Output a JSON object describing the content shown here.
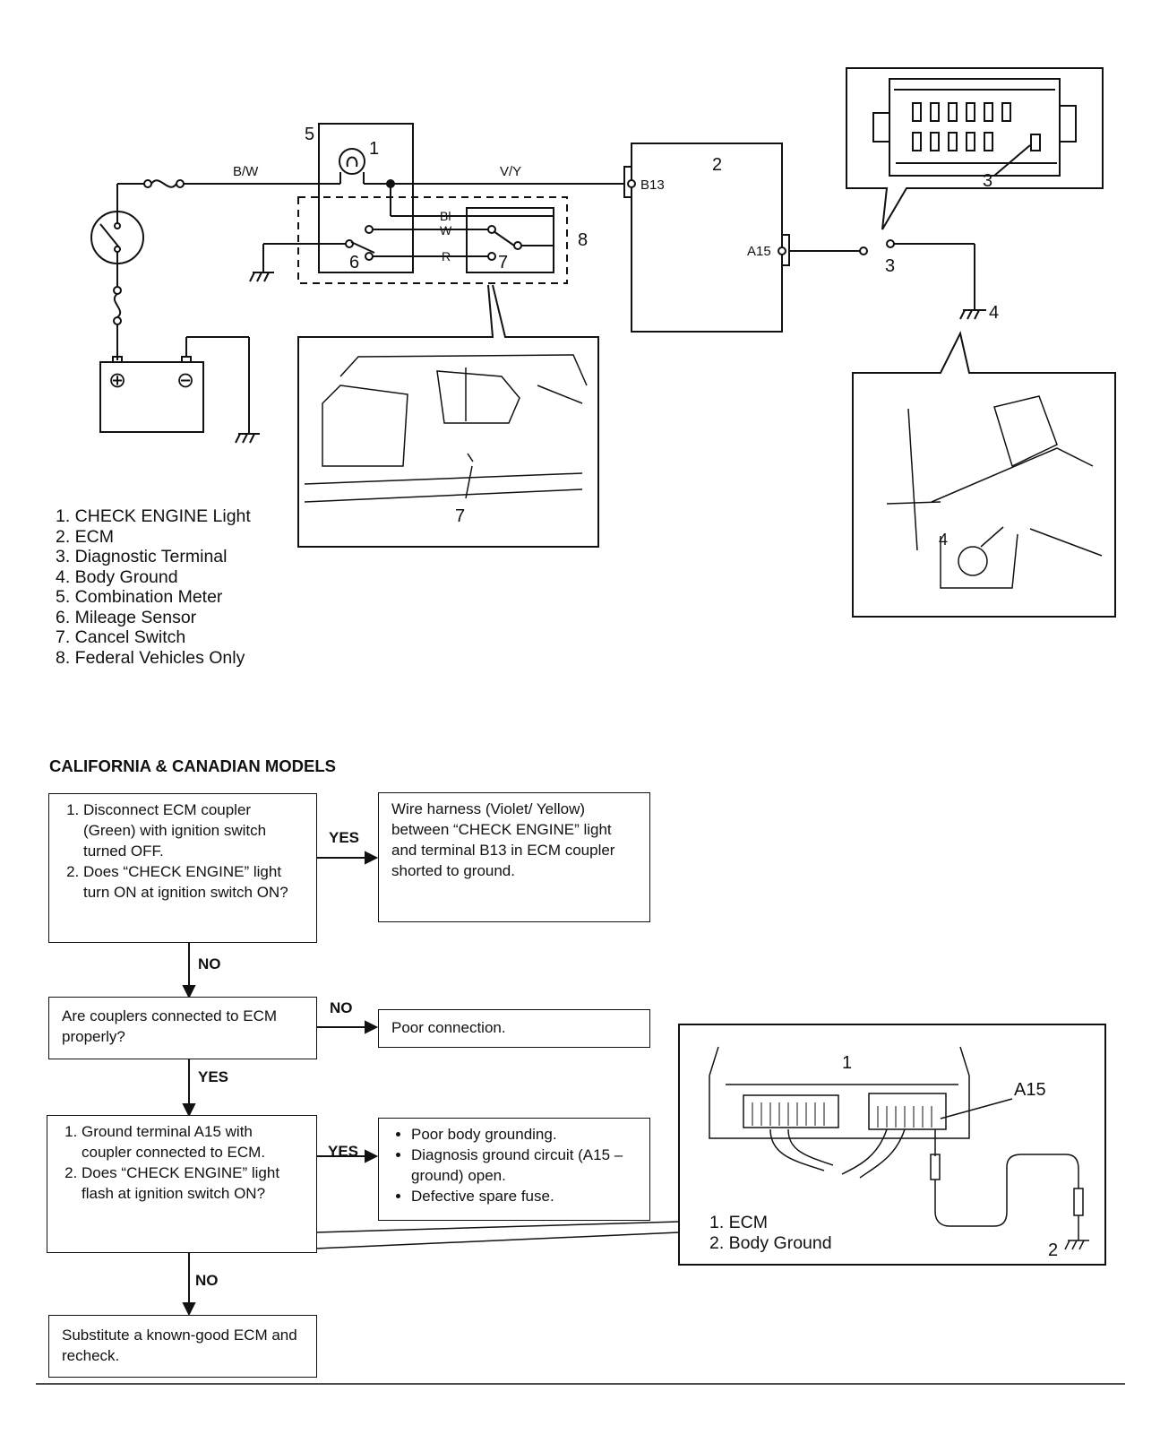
{
  "wiring": {
    "labels": {
      "bw": "B/W",
      "vy": "V/Y",
      "bl": "Bl",
      "w": "W",
      "r": "R",
      "b13": "B13",
      "a15": "A15",
      "n1": "1",
      "n2": "2",
      "n3": "3",
      "n4": "4",
      "n5": "5",
      "n6": "6",
      "n7": "7",
      "n8": "8",
      "battery_plus": "⊕",
      "battery_minus": "⊖"
    },
    "legend": [
      "1. CHECK ENGINE Light",
      "2. ECM",
      "3. Diagnostic Terminal",
      "4. Body Ground",
      "5. Combination Meter",
      "6. Mileage Sensor",
      "7. Cancel Switch",
      "8. Federal Vehicles Only"
    ]
  },
  "section_title": "CALIFORNIA & CANADIAN MODELS",
  "flow": {
    "step1": {
      "items": [
        "Disconnect ECM coupler (Green) with ignition switch turned OFF.",
        "Does “CHECK ENGINE” light turn ON at ignition switch ON?"
      ]
    },
    "result1_yes": "Wire harness (Violet/ Yellow) between “CHECK ENGINE” light and terminal B13 in ECM coupler shorted to ground.",
    "step2": "Are couplers connected to ECM properly?",
    "result2_no": "Poor connection.",
    "step3": {
      "items": [
        "Ground terminal A15 with coupler connected to ECM.",
        "Does “CHECK ENGINE” light flash at ignition switch ON?"
      ]
    },
    "result3_yes": [
      "Poor body grounding.",
      "Diagnosis ground circuit (A15 – ground) open.",
      "Defective spare fuse."
    ],
    "step4": "Substitute a known-good ECM and recheck.",
    "labels": {
      "yes1": "YES",
      "no1": "NO",
      "no2": "NO",
      "yes2": "YES",
      "yes3": "YES",
      "no3": "NO"
    }
  },
  "inset": {
    "n1": "1",
    "a15": "A15",
    "n2": "2",
    "legend": [
      "1. ECM",
      "2. Body Ground"
    ]
  }
}
